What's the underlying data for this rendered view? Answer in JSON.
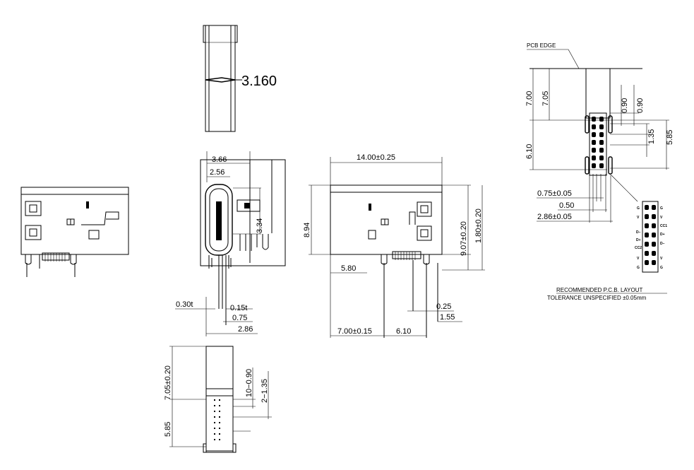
{
  "top_view": {
    "dim_width": "3.160"
  },
  "side_view": {
    "dim_3_66": "3.66",
    "dim_2_56": "2.56",
    "dim_3_34": "3.34",
    "dim_0_30t": "0.30t",
    "dim_0_15t": "0.15t",
    "dim_0_75": "0.75",
    "dim_2_86": "2.86"
  },
  "front_view": {
    "dim_length": "14.00±0.25",
    "dim_height": "8.94",
    "dim_pcb_offset": "9.07±0.20",
    "dim_pin_height": "1.80±0.20",
    "dim_5_80": "5.80",
    "dim_0_25": "0.25",
    "dim_1_55": "1.55",
    "dim_7_00": "7.00±0.15",
    "dim_6_10": "6.10"
  },
  "bottom_view": {
    "dim_7_05": "7.05±0.20",
    "dim_5_85": "5.85",
    "dim_pitch_count": "10−0.90",
    "dim_pitch_135": "2−1.35"
  },
  "pcb_layout": {
    "pcb_edge_label": "PCB  EDGE",
    "dim_7_00": "7.00",
    "dim_7_05": "7.05",
    "dim_6_10": "6.10",
    "dim_0_90_a": "0.90",
    "dim_0_90_b": "0.90",
    "dim_1_35": "1.35",
    "dim_5_85": "5.85",
    "dim_0_75": "0.75±0.05",
    "dim_0_50": "0.50",
    "dim_2_86": "2.86±0.05",
    "pin_labels_left": [
      "G",
      "V",
      "D−",
      "D+",
      "CC2",
      "V",
      "G"
    ],
    "pin_labels_right": [
      "G",
      "V",
      "CC1",
      "D+",
      "D−",
      "V",
      "G"
    ],
    "title_line1": "RECOMMENDED    P.C.B.  LAYOUT",
    "title_line2": "TOLERANCE  UNSPECIFIED  ±0.05mm"
  }
}
